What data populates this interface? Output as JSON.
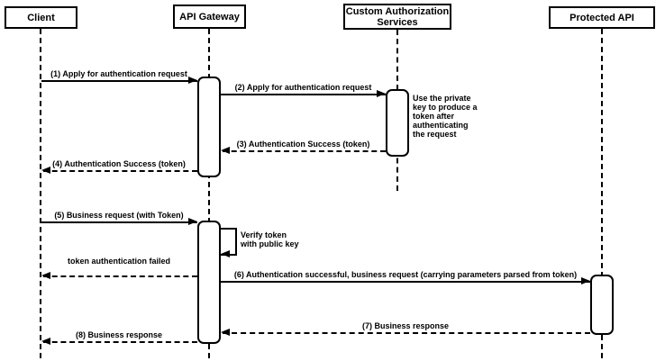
{
  "diagram": {
    "kind": "uml-sequence-diagram",
    "colors": {
      "stroke": "#000000",
      "fill": "#ffffff",
      "background": "#ffffff",
      "text": "#000000"
    }
  },
  "participants": [
    {
      "id": "client",
      "label": "Client"
    },
    {
      "id": "api-gateway",
      "label": "API Gateway"
    },
    {
      "id": "custom-authorization-services",
      "label": "Custom Authorization\nServices"
    },
    {
      "id": "protected-api",
      "label": "Protected API"
    }
  ],
  "messages": [
    {
      "number": 1,
      "label": "(1) Apply for authentication request",
      "from": "Client",
      "to": "API Gateway",
      "style": "solid"
    },
    {
      "number": 2,
      "label": "(2) Apply for authentication request",
      "from": "API Gateway",
      "to": "Custom Authorization Services",
      "style": "solid"
    },
    {
      "number": 3,
      "label": "(3) Authentication Success (token)",
      "from": "Custom Authorization Services",
      "to": "API Gateway",
      "style": "dashed"
    },
    {
      "number": 4,
      "label": "(4) Authentication Success (token)",
      "from": "API Gateway",
      "to": "Client",
      "style": "dashed"
    },
    {
      "number": 5,
      "label": "(5) Business request (with Token)",
      "from": "Client",
      "to": "API Gateway",
      "style": "solid"
    },
    {
      "number": null,
      "label": "Verify token\nwith public key",
      "from": "API Gateway",
      "to": "API Gateway",
      "style": "self"
    },
    {
      "number": null,
      "label": "token authentication failed",
      "from": "API Gateway",
      "to": "Client",
      "style": "dashed"
    },
    {
      "number": 6,
      "label": "(6) Authentication successful, business request (carrying parameters parsed from token)",
      "from": "API Gateway",
      "to": "Protected API",
      "style": "solid"
    },
    {
      "number": 7,
      "label": "(7) Business response",
      "from": "Protected API",
      "to": "API Gateway",
      "style": "dashed"
    },
    {
      "number": 8,
      "label": "(8) Business response",
      "from": "API Gateway",
      "to": "Client",
      "style": "dashed"
    }
  ],
  "notes": [
    {
      "text": "Use the private\nkey to produce a\ntoken after\nauthenticating\nthe request",
      "anchor": "Custom Authorization Services"
    }
  ]
}
